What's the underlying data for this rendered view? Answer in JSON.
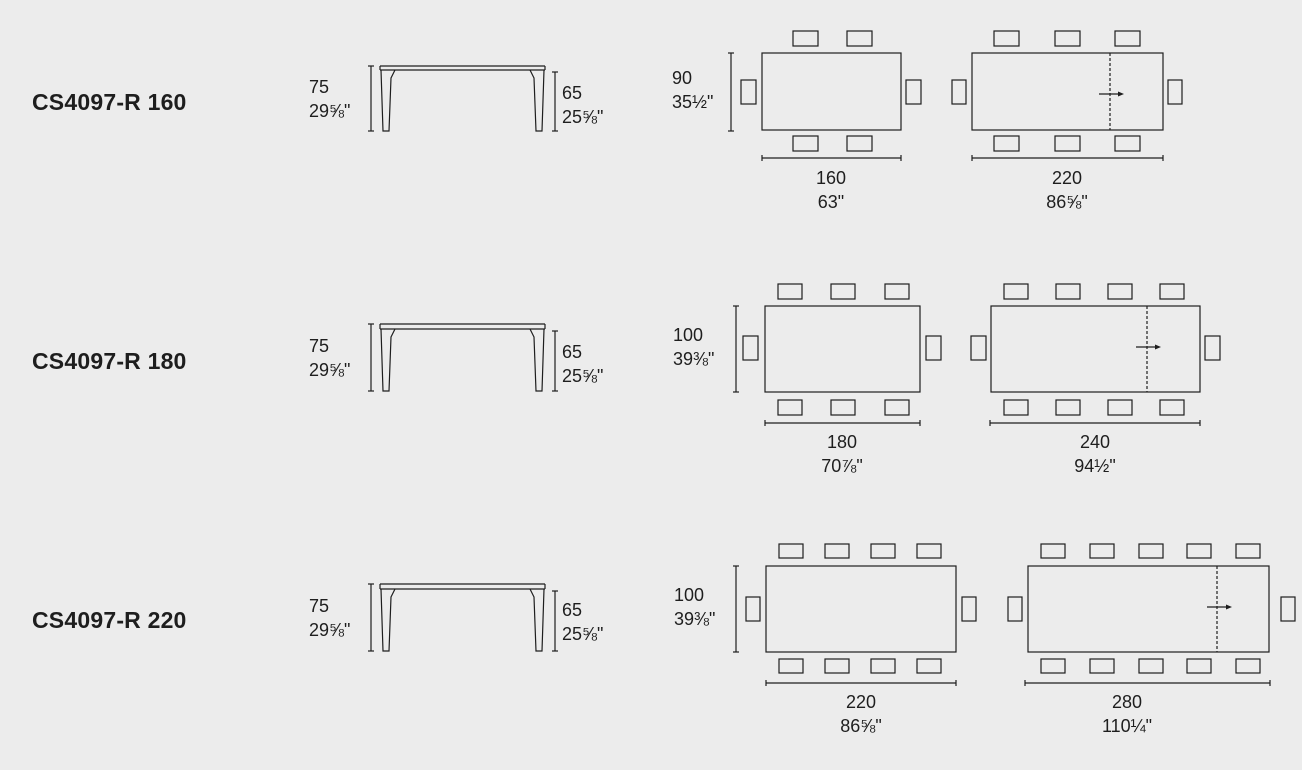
{
  "rows": [
    {
      "model": "CS4097-R 160",
      "height": {
        "cm": "75",
        "in": "29⅝\""
      },
      "clearance": {
        "cm": "65",
        "in": "25⅝\""
      },
      "depth": {
        "cm": "90",
        "in": "35½\""
      },
      "closed_length": {
        "cm": "160",
        "in": "63\""
      },
      "extended_length": {
        "cm": "220",
        "in": "86⅝\""
      },
      "seats_closed": 6,
      "seats_extended": 8
    },
    {
      "model": "CS4097-R 180",
      "height": {
        "cm": "75",
        "in": "29⅝\""
      },
      "clearance": {
        "cm": "65",
        "in": "25⅝\""
      },
      "depth": {
        "cm": "100",
        "in": "39⅜\""
      },
      "closed_length": {
        "cm": "180",
        "in": "70⅞\""
      },
      "extended_length": {
        "cm": "240",
        "in": "94½\""
      },
      "seats_closed": 8,
      "seats_extended": 10
    },
    {
      "model": "CS4097-R 220",
      "height": {
        "cm": "75",
        "in": "29⅝\""
      },
      "clearance": {
        "cm": "65",
        "in": "25⅝\""
      },
      "depth": {
        "cm": "100",
        "in": "39⅜\""
      },
      "closed_length": {
        "cm": "220",
        "in": "86⅝\""
      },
      "extended_length": {
        "cm": "280",
        "in": "110¼\""
      },
      "seats_closed": 10,
      "seats_extended": 12
    }
  ]
}
